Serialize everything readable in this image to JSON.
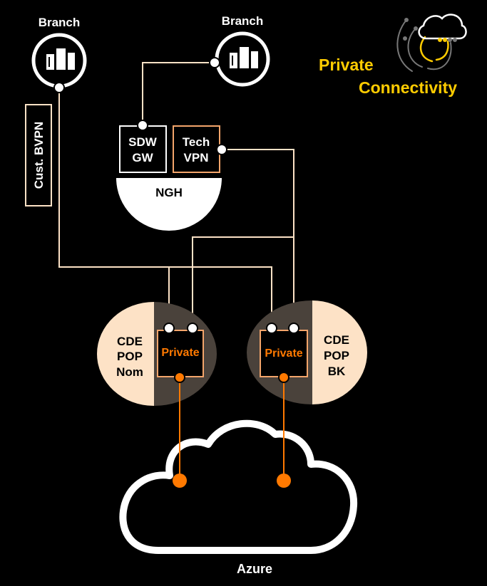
{
  "branch_left": {
    "label": "Branch"
  },
  "branch_right": {
    "label": "Branch"
  },
  "cust_bvpn": {
    "label": "Cust. BVPN"
  },
  "sdw_gw": {
    "line1": "SDW",
    "line2": "GW"
  },
  "tech_vpn": {
    "line1": "Tech",
    "line2": "VPN"
  },
  "ngh": {
    "label": "NGH"
  },
  "pop_nom": {
    "line1": "CDE",
    "line2": "POP",
    "line3": "Nom",
    "private_label": "Private"
  },
  "pop_bk": {
    "line1": "CDE",
    "line2": "POP",
    "line3": "BK",
    "private_label": "Private"
  },
  "azure": {
    "label": "Azure"
  },
  "logo": {
    "line1": "Private",
    "line2": "Connectivity"
  },
  "colors": {
    "background": "#000000",
    "white": "#ffffff",
    "orange": "#ff7900",
    "yellow": "#ffcc00",
    "peach": "#fde2c6",
    "pop_dark": "#4a423b",
    "link_line": "#fde2c6"
  }
}
